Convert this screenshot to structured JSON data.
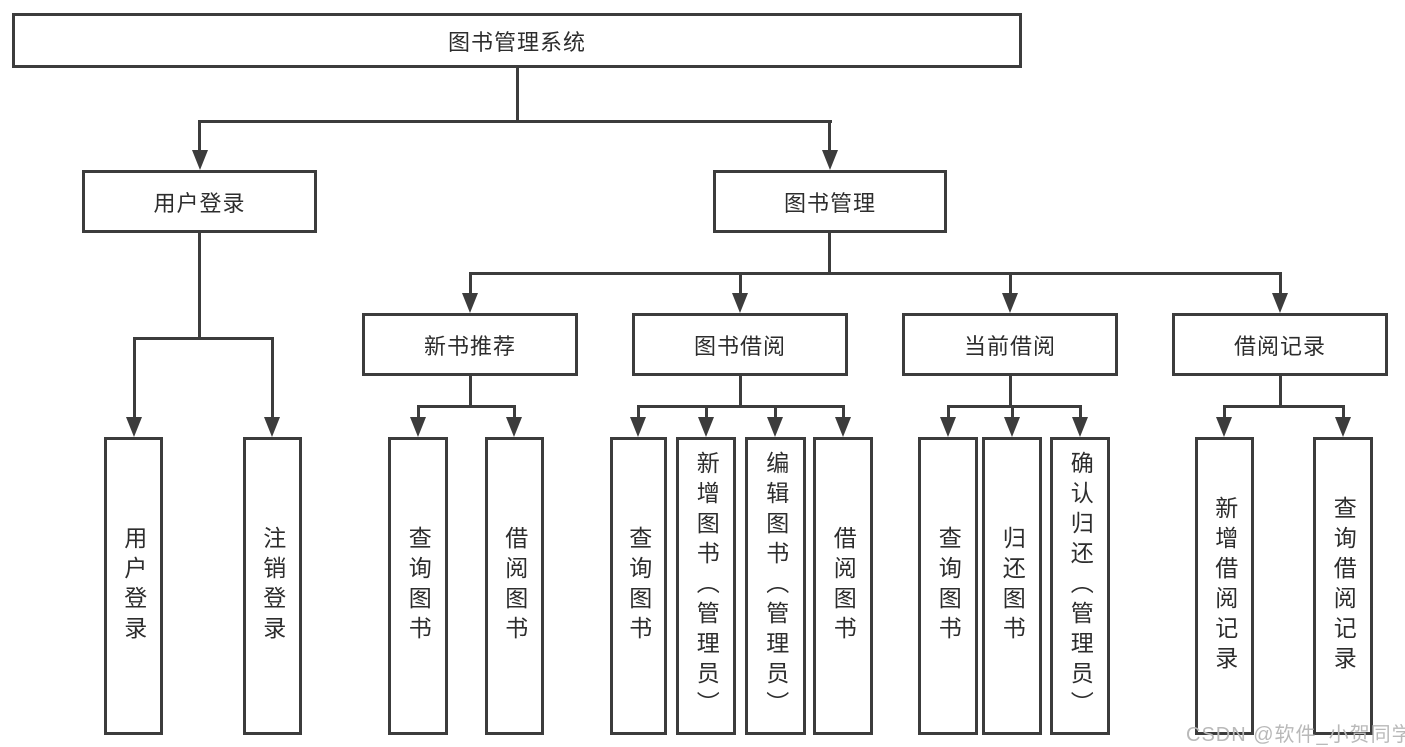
{
  "diagram": {
    "root": {
      "label": "图书管理系统"
    },
    "level2": {
      "user_login": {
        "label": "用户登录"
      },
      "book_management": {
        "label": "图书管理"
      }
    },
    "level3": {
      "new_book_recommend": {
        "label": "新书推荐"
      },
      "book_borrow": {
        "label": "图书借阅"
      },
      "current_borrow": {
        "label": "当前借阅"
      },
      "borrow_records": {
        "label": "借阅记录"
      }
    },
    "leaves": [
      {
        "label": "用户登录"
      },
      {
        "label": "注销登录"
      },
      {
        "label": "查询图书"
      },
      {
        "label": "借阅图书"
      },
      {
        "label": "查询图书"
      },
      {
        "label": "新增图书（管理员）"
      },
      {
        "label": "编辑图书（管理员）"
      },
      {
        "label": "借阅图书"
      },
      {
        "label": "查询图书"
      },
      {
        "label": "归还图书"
      },
      {
        "label": "确认归还（管理员）"
      },
      {
        "label": "新增借阅记录"
      },
      {
        "label": "查询借阅记录"
      }
    ]
  },
  "watermark": {
    "text": "CSDN @软件_小贺同学",
    "color": "#b9b9b9"
  },
  "colors": {
    "line": "#3c3c3c",
    "text": "#2d2d2d",
    "background": "#ffffff"
  }
}
